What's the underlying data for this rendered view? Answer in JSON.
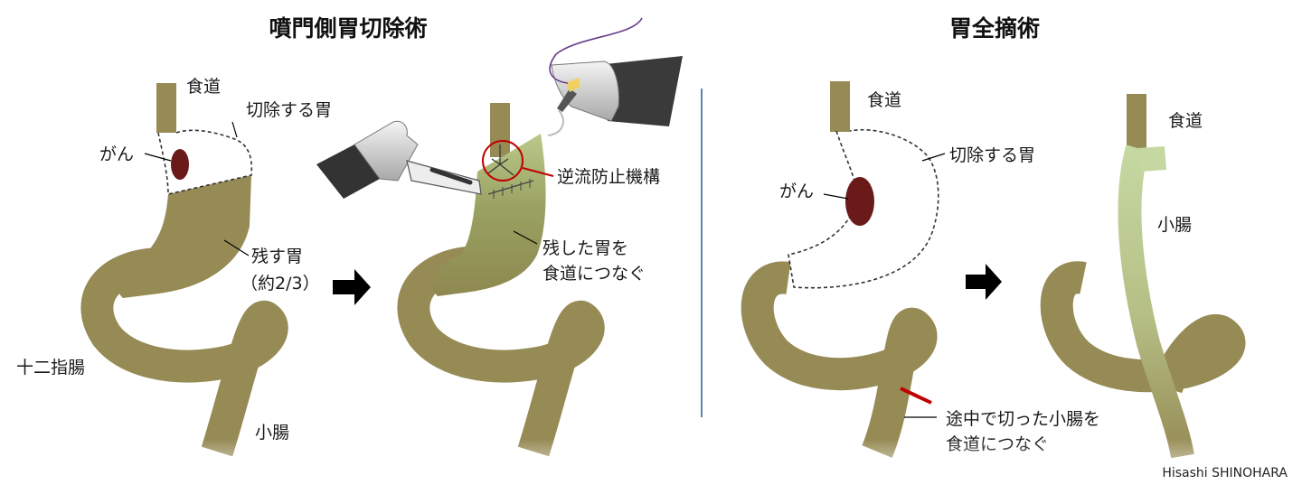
{
  "colors": {
    "organ": "#968a55",
    "tissue": "#8c8a45",
    "intestine_light": "#c4d6a0",
    "tumor": "#6b1a1a",
    "divider": "#5b84b1",
    "red_mark": "#c00000",
    "arrow": "#000000"
  },
  "left": {
    "title": "噴門側胃切除術",
    "before": {
      "esophagus": "食道",
      "removed_stomach": "切除する胃",
      "cancer": "がん",
      "remaining_stomach": "残す胃",
      "remaining_ratio": "（約2/3）",
      "duodenum": "十二指腸",
      "small_intestine": "小腸"
    },
    "after": {
      "anti_reflux": "逆流防止機構",
      "connect_line1": "残した胃を",
      "connect_line2": "食道につなぐ"
    }
  },
  "right": {
    "title": "胃全摘術",
    "before": {
      "esophagus": "食道",
      "removed_stomach": "切除する胃",
      "cancer": "がん",
      "connect_line1": "途中で切った小腸を",
      "connect_line2": "食道につなぐ"
    },
    "after": {
      "esophagus": "食道",
      "small_intestine": "小腸"
    }
  },
  "credit": "Hisashi SHINOHARA"
}
